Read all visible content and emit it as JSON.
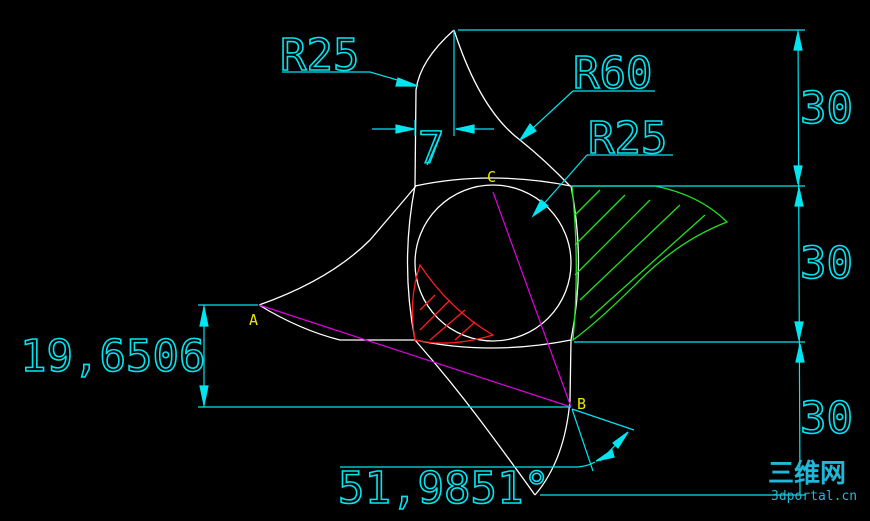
{
  "drawing": {
    "background": "#000000",
    "colors": {
      "geometry": "#ffffff",
      "dimension": "#00e5f0",
      "construction": "#e000e0",
      "hatch_red": "#ff1a1a",
      "hatch_green": "#22e022",
      "point_label": "#e8e800"
    },
    "labels": {
      "radius_top_left": "R25",
      "radius_top_right": "R60",
      "radius_mid_right": "R25",
      "width_dim": "7",
      "vertical_dim_1": "30",
      "vertical_dim_2": "30",
      "vertical_dim_3": "30",
      "height_dim": "19,6506",
      "angle_dim": "51,9851°"
    },
    "points": {
      "A": "A",
      "B": "B",
      "C": "C"
    }
  },
  "watermark": {
    "title": "三维网",
    "subtitle": "3dportal.cn"
  }
}
